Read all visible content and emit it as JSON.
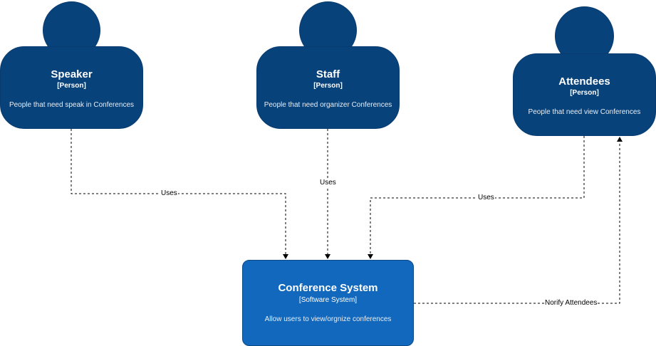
{
  "persons": [
    {
      "id": "speaker",
      "name": "Speaker",
      "type": "[Person]",
      "description": "People that need speak in Conferences"
    },
    {
      "id": "staff",
      "name": "Staff",
      "type": "[Person]",
      "description": "People that need organizer Conferences"
    },
    {
      "id": "attendees",
      "name": "Attendees",
      "type": "[Person]",
      "description": "People that need view Conferences"
    }
  ],
  "system": {
    "name": "Conference System",
    "type": "[Software System]",
    "description": "Allow users to view/orgnize conferences"
  },
  "edges": [
    {
      "from": "speaker",
      "to": "system",
      "label": "Uses"
    },
    {
      "from": "staff",
      "to": "system",
      "label": "Uses"
    },
    {
      "from": "attendees",
      "to": "system",
      "label": "Uses"
    },
    {
      "from": "system",
      "to": "attendees",
      "label": "Norify Attendees"
    }
  ],
  "colors": {
    "person_fill": "#08427b",
    "system_fill": "#1168bd",
    "edge_stroke": "#000000"
  }
}
